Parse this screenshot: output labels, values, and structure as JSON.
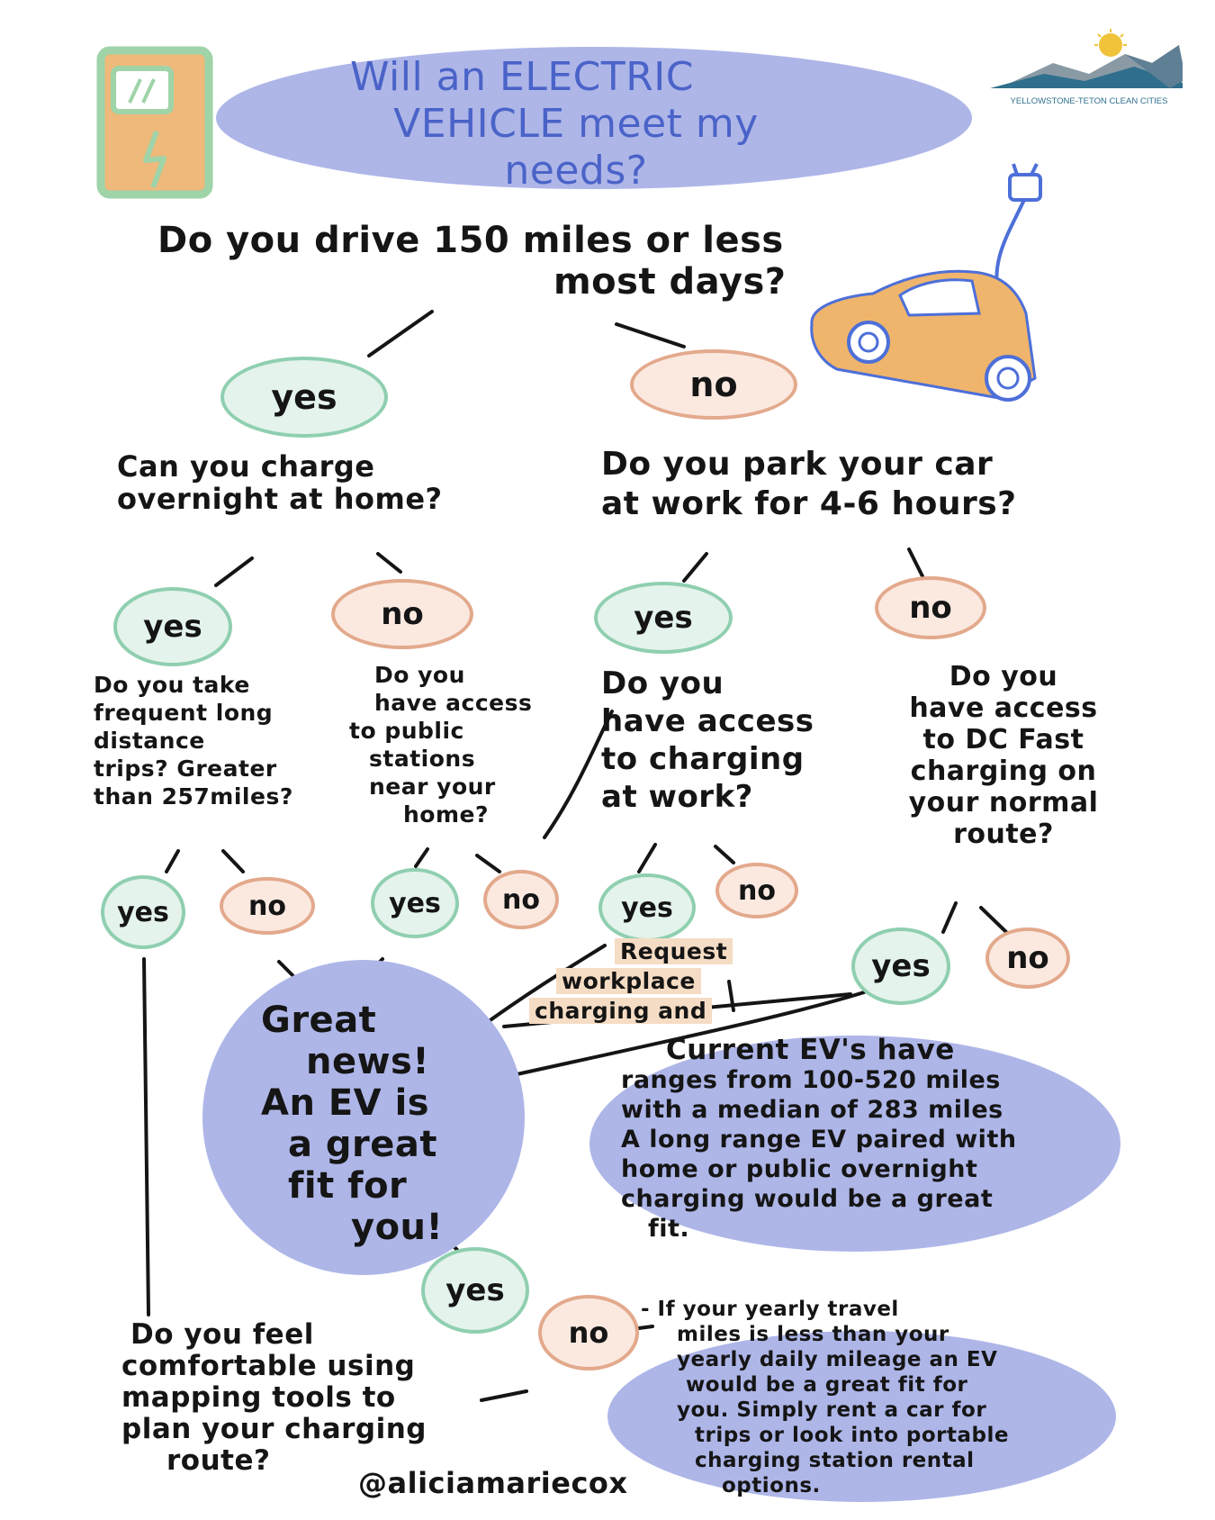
{
  "title": {
    "line1": "Will an ELECTRIC",
    "line2": "VEHICLE meet my needs?"
  },
  "logo": {
    "caption": "YELLOWSTONE-TETON CLEAN CITIES"
  },
  "q1": {
    "line1": "Do you drive 150 miles or less",
    "line2": "most days?"
  },
  "q1_yes": "yes",
  "q1_no": "no",
  "q2_home": {
    "line1": "Can you charge",
    "line2": "overnight at home?"
  },
  "q2_work": {
    "line1": "Do you park your car",
    "line2": "at work for 4-6 hours?"
  },
  "q2_home_yes": "yes",
  "q2_home_no": "no",
  "q2_work_yes": "yes",
  "q2_work_no": "no",
  "q3_trips": {
    "line1": "Do you take",
    "line2": "frequent long",
    "line3": "distance",
    "line4": "trips? Greater",
    "line5": "than 257miles?"
  },
  "q3_public": {
    "line1": "Do you",
    "line2": "have access",
    "line3": "to public",
    "line4": "stations",
    "line5": "near your",
    "line6": "home?"
  },
  "q3_workcharge": {
    "line1": "Do you",
    "line2": "have access",
    "line3": "to charging",
    "line4": "at work?"
  },
  "q3_dcfast": {
    "line1": "Do you",
    "line2": "have access",
    "line3": "to DC Fast",
    "line4": "charging on",
    "line5": "your normal",
    "line6": "route?"
  },
  "a_trips_yes": "yes",
  "a_trips_no": "no",
  "a_public_yes": "yes",
  "a_public_no": "no",
  "a_work_yes": "yes",
  "a_work_no": "no",
  "a_dc_yes": "yes",
  "a_dc_no": "no",
  "request": {
    "line1": "Request",
    "line2": "workplace",
    "line3": "charging and"
  },
  "great": {
    "line1": "Great",
    "line2": "news!",
    "line3": "An EV is",
    "line4": "a great",
    "line5": "fit for",
    "line6": "you!"
  },
  "range": {
    "line1": "Current EV's have",
    "line2": "ranges from 100-520 miles",
    "line3": "with a median of 283 miles",
    "line4": "A long range EV paired with",
    "line5": "home or public overnight",
    "line6": "charging would be a great",
    "line7": "fit."
  },
  "mapping": {
    "line1": "Do you feel",
    "line2": "comfortable using",
    "line3": "mapping tools to",
    "line4": "plan your charging",
    "line5": "route?"
  },
  "map_yes": "yes",
  "map_no": "no",
  "rent": {
    "line1": "- If your yearly travel",
    "line2": "miles is less than your",
    "line3": "yearly daily mileage an EV",
    "line4": "would be a great fit for",
    "line5": "you. Simply rent a car for",
    "line6": "trips or look into portable",
    "line7": "charging station rental",
    "line8": "options."
  },
  "credit": "@aliciamariecox",
  "colors": {
    "blob_blue": "#aeb6e8",
    "yes_green": "#8fcfb0",
    "no_salmon": "#e3a98c",
    "charger_orange": "#eeb97a",
    "charger_green": "#9fd3a8",
    "car_orange": "#efb56c",
    "cord_blue": "#4d6fd8",
    "title_text_blue": "#4a63c8",
    "highlight_peach": "#f5dcc4"
  },
  "icons": [
    "ev-charger-icon",
    "plug-icon",
    "electric-car-icon",
    "mountain-sun-logo-icon"
  ]
}
